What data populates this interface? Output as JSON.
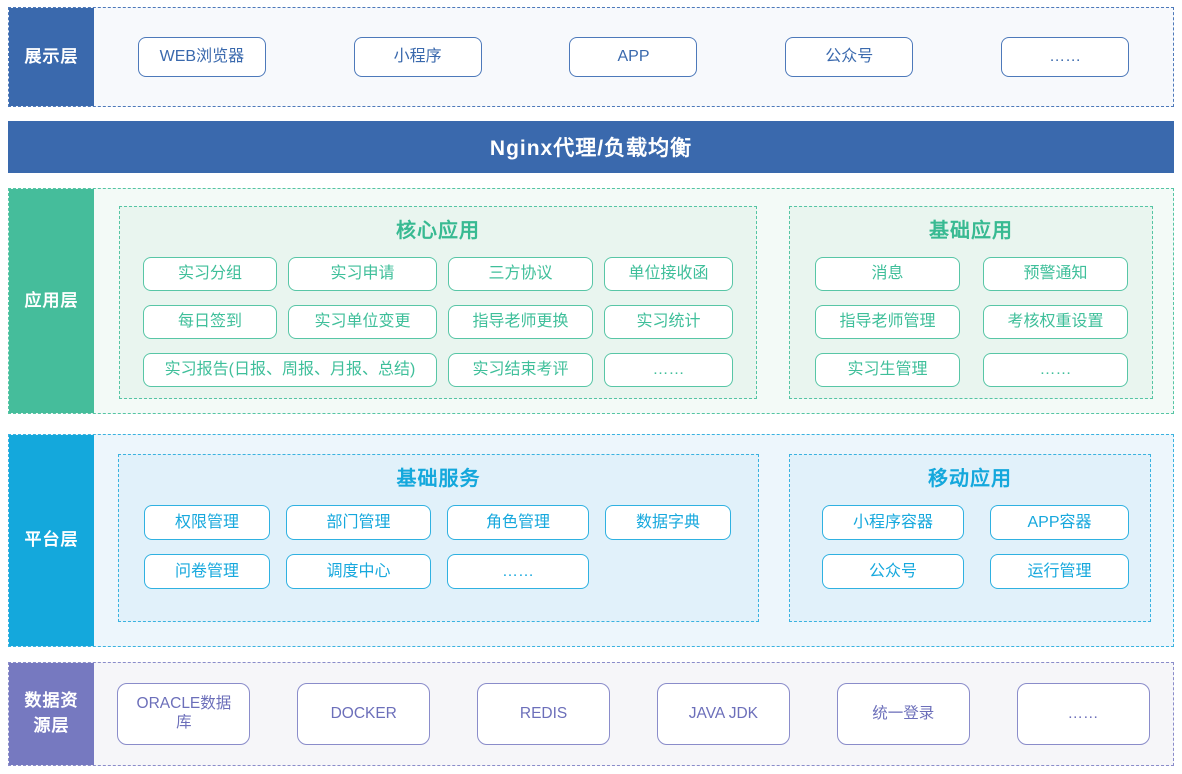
{
  "colors": {
    "blue": "#3a69ad",
    "green": "#45bd9b",
    "cyan": "#14a8dc",
    "purple": "#7679c0"
  },
  "presentation": {
    "label": "展示层",
    "items": [
      "WEB浏览器",
      "小程序",
      "APP",
      "公众号",
      "……"
    ]
  },
  "nginx": {
    "title": "Nginx代理/负载均衡"
  },
  "application": {
    "label": "应用层",
    "core": {
      "title": "核心应用",
      "row1": [
        "实习分组",
        "实习申请",
        "三方协议",
        "单位接收函"
      ],
      "row2": [
        "每日签到",
        "实习单位变更",
        "指导老师更换",
        "实习统计"
      ],
      "row3": [
        "实习报告(日报、周报、月报、总结)",
        "实习结束考评",
        "……"
      ]
    },
    "basic": {
      "title": "基础应用",
      "row1": [
        "消息",
        "预警通知"
      ],
      "row2": [
        "指导老师管理",
        "考核权重设置"
      ],
      "row3": [
        "实习生管理",
        "……"
      ]
    }
  },
  "platform": {
    "label": "平台层",
    "services": {
      "title": "基础服务",
      "row1": [
        "权限管理",
        "部门管理",
        "角色管理",
        "数据字典"
      ],
      "row2": [
        "问卷管理",
        "调度中心",
        "……"
      ]
    },
    "mobile": {
      "title": "移动应用",
      "row1": [
        "小程序容器",
        "APP容器"
      ],
      "row2": [
        "公众号",
        "运行管理"
      ]
    }
  },
  "data_resources": {
    "label": "数据资源层",
    "items": [
      "ORACLE数据库",
      "DOCKER",
      "REDIS",
      "JAVA JDK",
      "统一登录",
      "……"
    ]
  }
}
